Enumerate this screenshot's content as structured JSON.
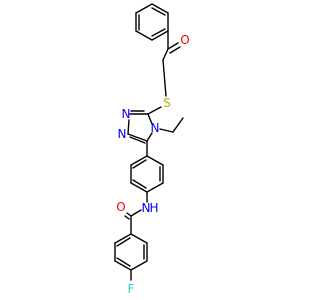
{
  "molecule": {
    "atoms": {
      "oxygen_ketone": {
        "symbol": "O",
        "color": "#ff0000"
      },
      "sulfur": {
        "symbol": "S",
        "color": "#b2b200"
      },
      "n1": {
        "symbol": "N",
        "color": "#0000ff"
      },
      "n2": {
        "symbol": "N",
        "color": "#0000ff"
      },
      "n4": {
        "symbol": "N",
        "color": "#0000ff"
      },
      "methyl": {
        "symbol": "",
        "color": "#000000"
      },
      "amide_nh_n": {
        "symbol": "N",
        "color": "#0000ff"
      },
      "amide_nh_h": {
        "symbol": "H",
        "color": "#0000ff"
      },
      "oxygen_amide": {
        "symbol": "O",
        "color": "#ff0000"
      },
      "fluorine": {
        "symbol": "F",
        "color": "#33cccc"
      }
    }
  }
}
